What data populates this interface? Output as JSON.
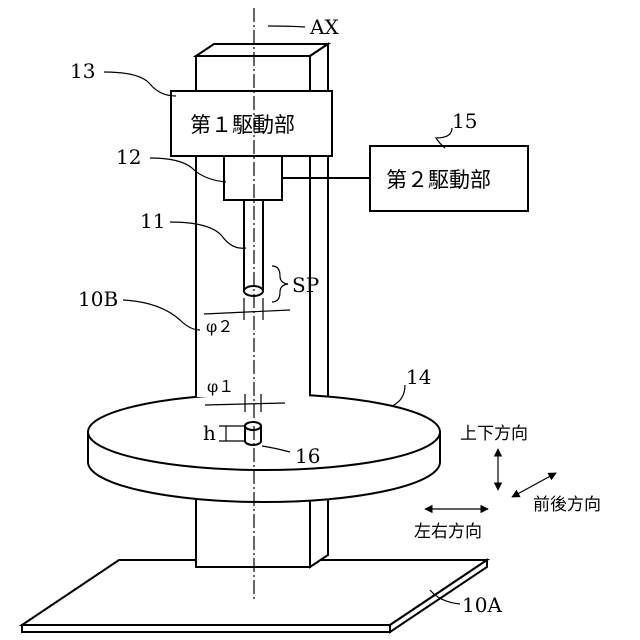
{
  "labels": {
    "axis": "AX",
    "first_drive_ref": "13",
    "first_drive": "第１駆動部",
    "second_drive_ref": "15",
    "second_drive": "第２駆動部",
    "holder_ref": "12",
    "pipette_ref": "11",
    "sp": "SP",
    "column_ref": "10B",
    "phi2": "φ２",
    "phi1": "φ１",
    "table_ref": "14",
    "h": "h",
    "hole_ref": "16",
    "base_ref": "10A",
    "up_down": "上下方向",
    "front_back": "前後方向",
    "left_right": "左右方向"
  }
}
